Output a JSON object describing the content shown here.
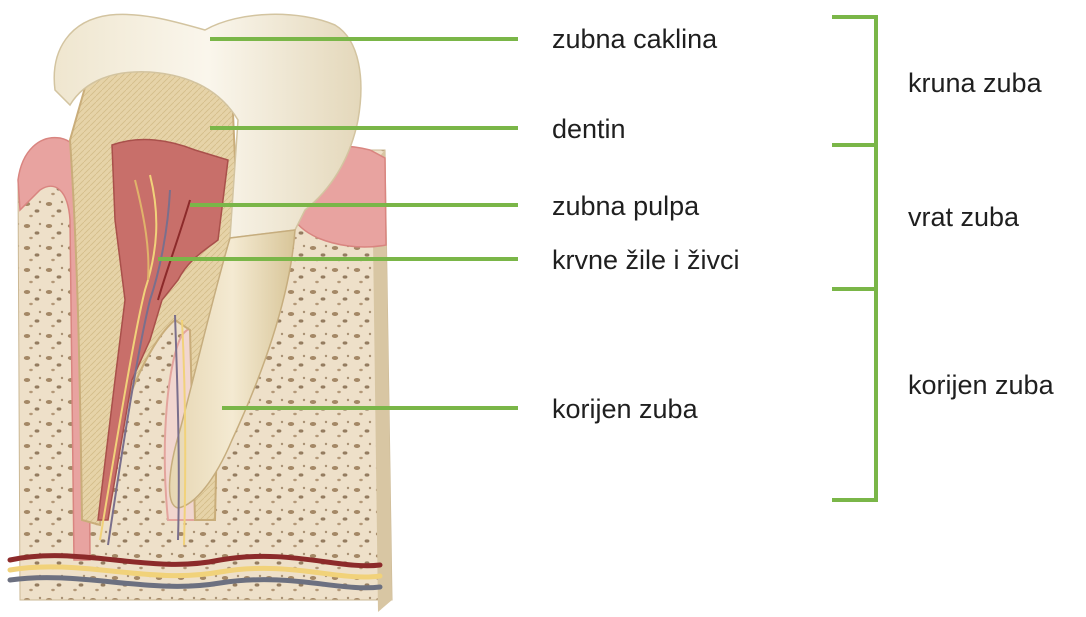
{
  "labels": {
    "enamel": "zubna caklina",
    "dentin": "dentin",
    "pulp": "zubna pulpa",
    "vessels": "krvne žile i živci",
    "root": "korijen zuba"
  },
  "brackets": {
    "crown": "kruna zuba",
    "neck": "vrat zuba",
    "root": "korijen zuba"
  },
  "colors": {
    "accent": "#7ab648",
    "text": "#1f1f1f",
    "enamel": "#f3ecd9",
    "dentin": "#e6d3a8",
    "pulp": "#c86f6a",
    "gum": "#e8a3a0",
    "bone": "#eee0c9"
  }
}
